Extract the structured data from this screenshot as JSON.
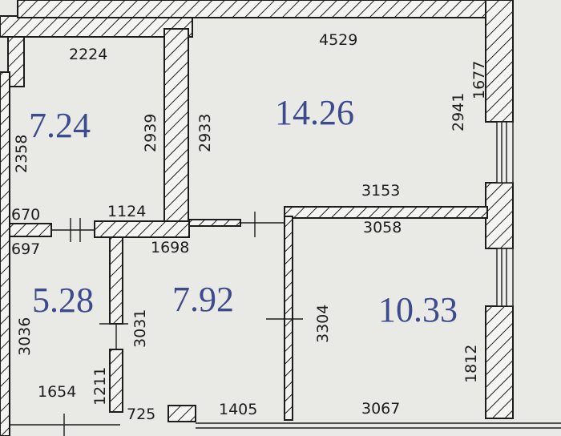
{
  "rooms": [
    {
      "id": "room-a",
      "area": "7.24"
    },
    {
      "id": "room-b",
      "area": "14.26"
    },
    {
      "id": "room-c",
      "area": "5.28"
    },
    {
      "id": "room-d",
      "area": "7.92"
    },
    {
      "id": "room-e",
      "area": "10.33"
    }
  ],
  "dimensions": {
    "d2224": "2224",
    "d4529": "4529",
    "d1677": "1677",
    "d2939": "2939",
    "d2933": "2933",
    "d2941": "2941",
    "d2358": "2358",
    "d3153": "3153",
    "d670": "670",
    "d1124": "1124",
    "d3058": "3058",
    "d697": "697",
    "d1698": "1698",
    "d3036": "3036",
    "d3031": "3031",
    "d3304": "3304",
    "d1654": "1654",
    "d1211": "1211",
    "d1812": "1812",
    "d725": "725",
    "d1405": "1405",
    "d3067": "3067"
  },
  "colors": {
    "background": "#e9e9e6",
    "wall_line": "#1c1c1c",
    "area_text": "#3d4a8c"
  }
}
